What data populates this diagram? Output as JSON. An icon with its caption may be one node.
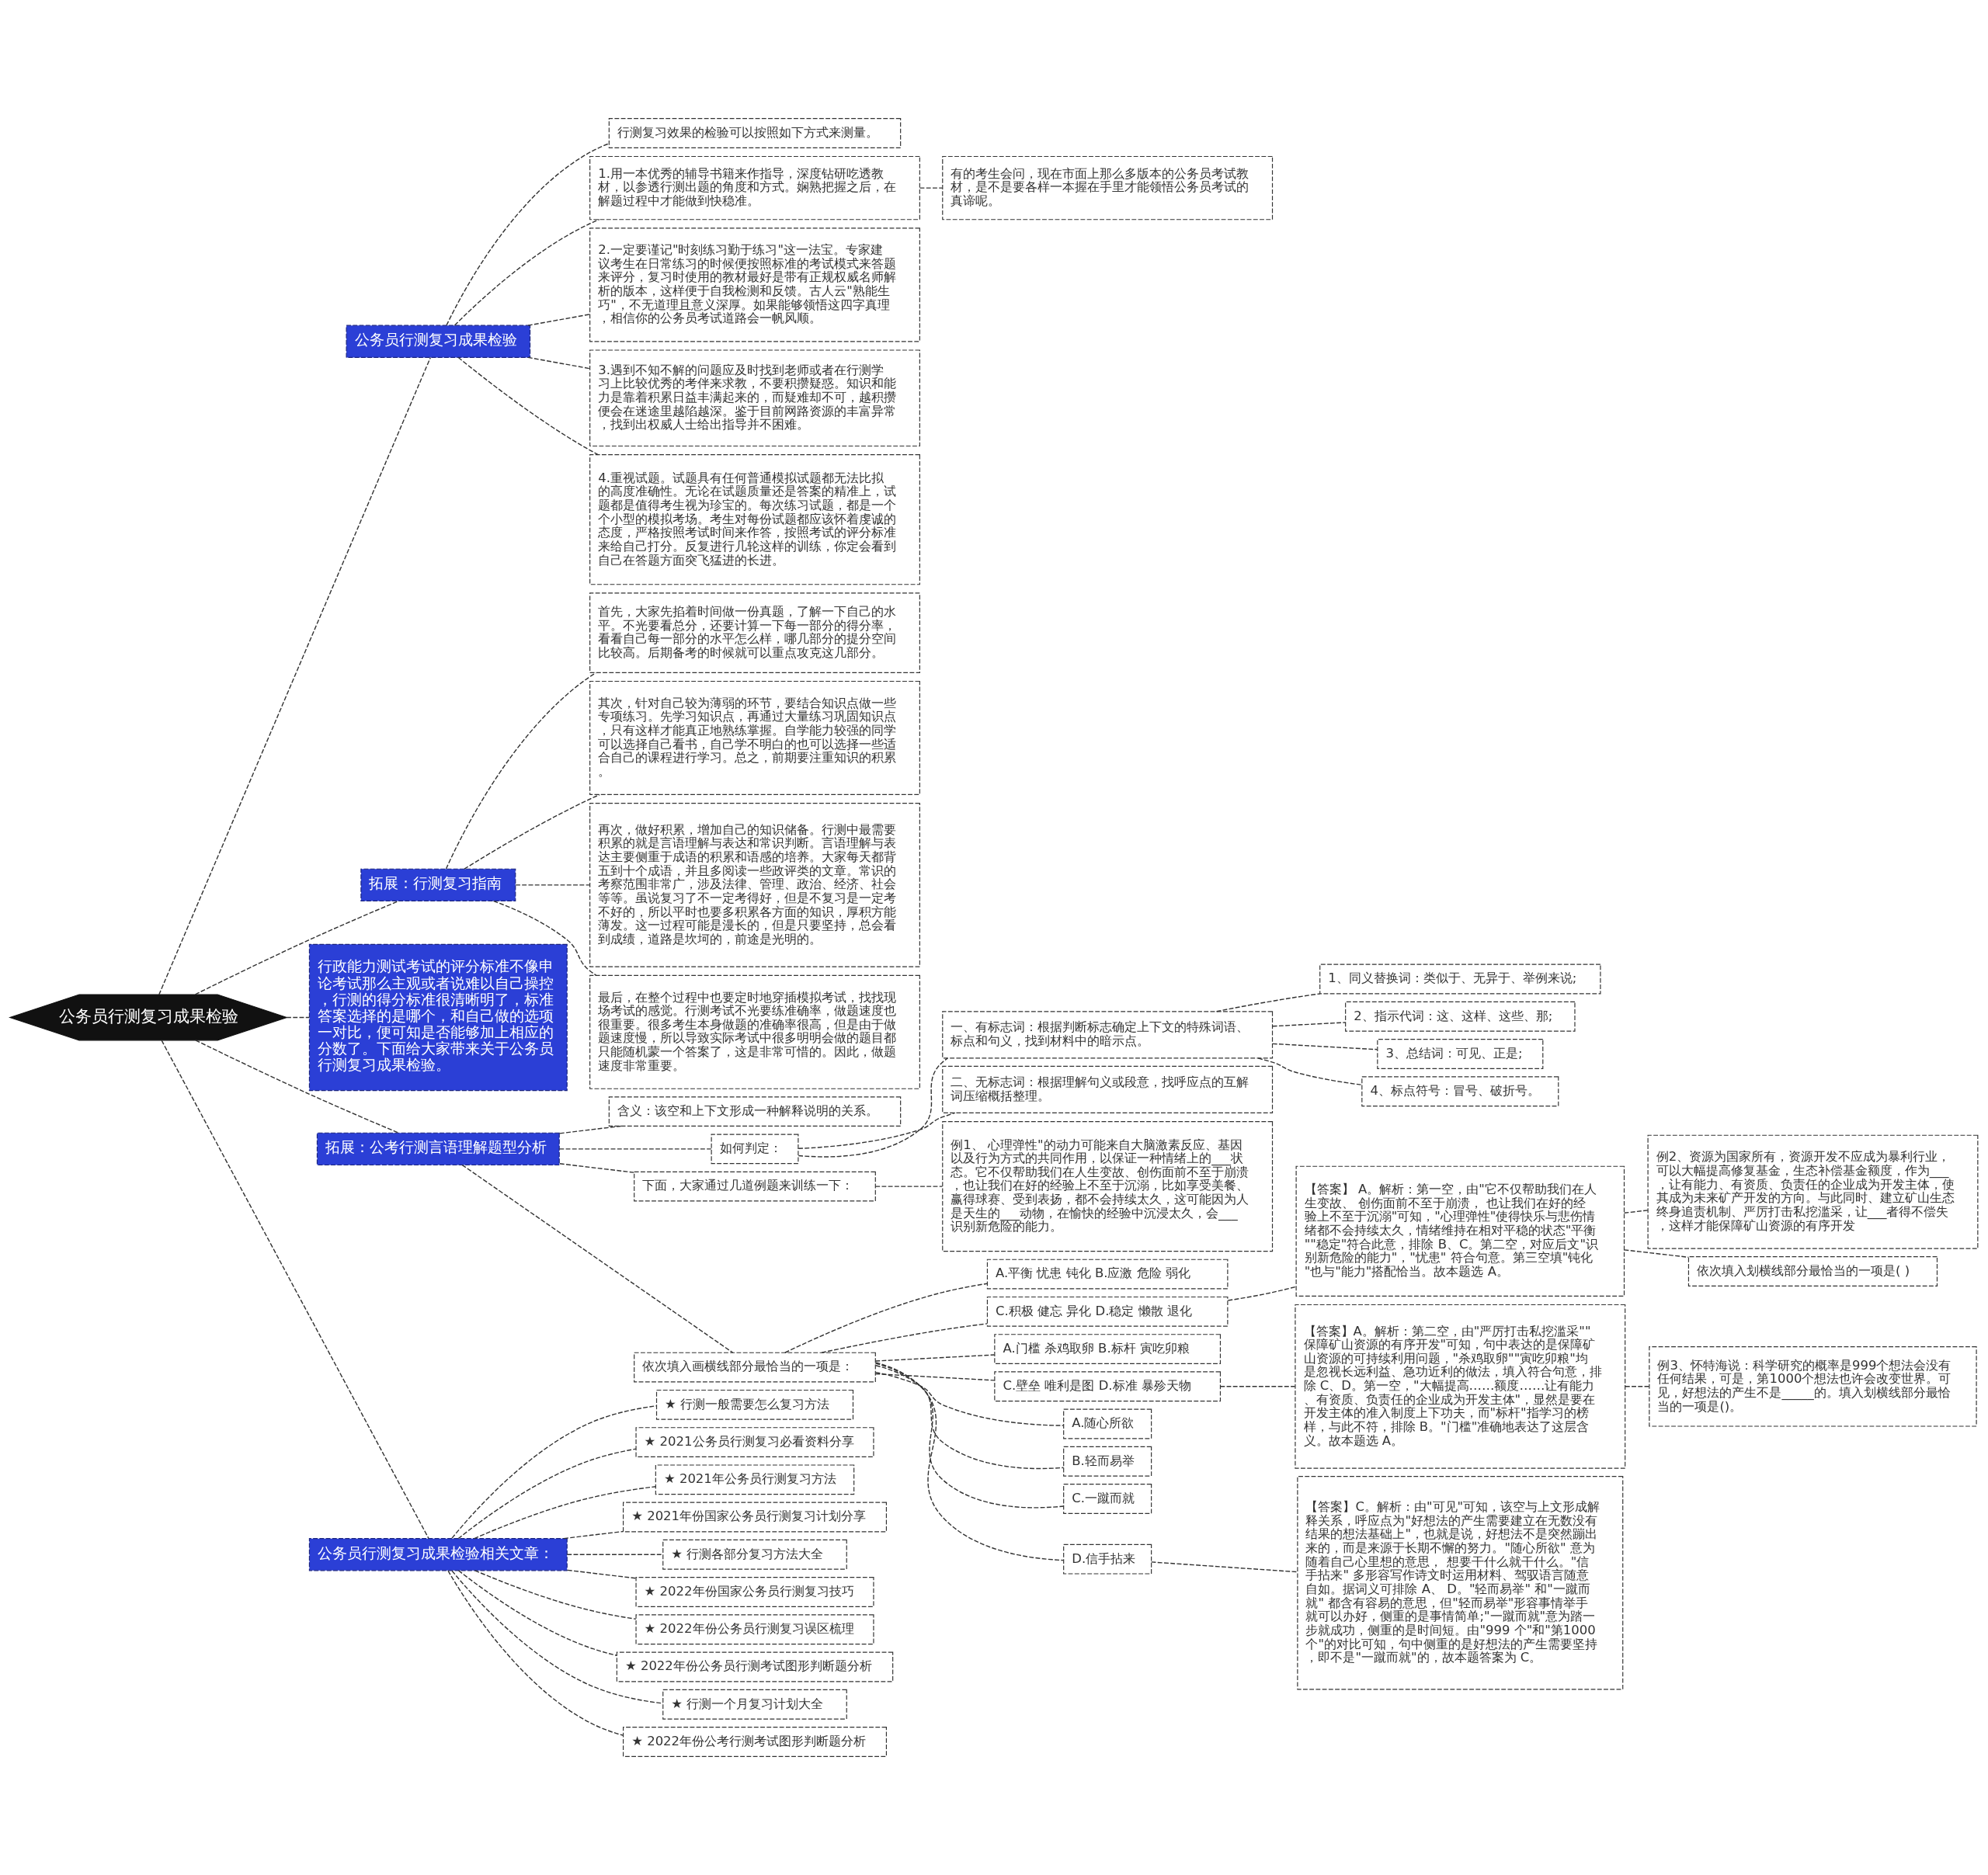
{
  "diagram": {
    "nodes": [
      {
        "text": [
          "公务员行测复习成果检验"
        ]
      },
      {
        "text": [
          "公务员行测复习成果检验"
        ]
      },
      {
        "text": [
          "行测复习效果的检验可以按照如下方式来测量。"
        ]
      },
      {
        "text": [
          "1.用一本优秀的辅导书籍来作指导，深度钻研吃透教材，以参透行测出题的角度和方式。娴熟把握之后，在解题过程中才能做到快稳准。"
        ]
      },
      {
        "text": [
          "2.一定要谨记\"时刻练习勤于练习\"这一法宝。专家建议考生在日常练习的时候便按照标准的考试模式来答题来评分，复习时使用的教材最好是带有正规权威名师解析的版本，这样便于自我检测和反馈。古人云\"熟能生巧\"，不无道理且意义深厚。如果能够领悟这四字真理，相信你的公务员考试道路会一帆风顺。"
        ]
      },
      {
        "text": [
          "3.遇到不知不解的问题应及时找到老师或者在行测学习上比较优秀的考伴来求教，不要积攒疑惑。知识和能力是靠着积累日益丰满起来的，而疑难却不可，越积攒便会在迷途里越陷越深。鉴于目前网路资源的丰富异常，找到出权威人士给出指导并不困难。"
        ]
      },
      {
        "text": [
          "4.重视试题。试题具有任何普通模拟试题都无法比拟的高度准确性。无论在试题质量还是答案的精准上，试题都是值得考生视为珍宝的。每次练习试题，都是一个个小型的模拟考场。考生对每份试题都应该怀着虔诚的态度，严格按照考试时间来作答，按照考试的评分标准来给自己打分。反复进行几轮这样的训练，你定会看到自己在答题方面突飞猛进的长进。"
        ]
      },
      {
        "text": [
          "有的考生会问，现在市面上那么多版本的公务员考试教材，是不是要各样一本握在手里才能领悟公务员考试的真谛呢。"
        ]
      },
      {
        "text": [
          "拓展：行测复习指南"
        ]
      },
      {
        "text": [
          "首先，大家先掐着时间做一份真题，了解一下自己的水平。不光要看总分，还要计算一下每一部分的得分率，看看自己每一部分的水平怎么样，哪几部分的提分空间比较高。后期备考的时候就可以重点攻克这几部分。"
        ]
      },
      {
        "text": [
          "其次，针对自己较为薄弱的环节，要结合知识点做一些专项练习。先学习知识点，再通过大量练习巩固知识点，只有这样才能真正地熟练掌握。自学能力较强的同学可以选择自己看书，自己学不明白的也可以选择一些适合自己的课程进行学习。总之，前期要注重知识的积累。"
        ]
      },
      {
        "text": [
          "再次，做好积累，增加自己的知识储备。行测中最需要积累的就是言语理解与表达和常识判断。言语理解与表达主要侧重于成语的积累和语感的培养。大家每天都背五到十个成语，并且多阅读一些政评类的文章。常识的考察范围非常广，涉及法律、管理、政治、经济、社会等等。虽说复习了不一定考得好，但是不复习是一定考不好的，所以平时也要多积累各方面的知识，厚积方能薄发。这一过程可能是漫长的，但是只要坚持，总会看到成绩，道路是坎坷的，前途是光明的。"
        ]
      },
      {
        "text": [
          "最后，在整个过程中也要定时地穿插模拟考试，找找现场考试的感觉。行测考试不光要练准确率，做题速度也很重要。很多考生本身做题的准确率很高，但是由于做题速度慢，所以导致实际考试中很多明明会做的题目都只能随机蒙一个答案了，这是非常可惜的。因此，做题速度非常重要。"
        ]
      },
      {
        "text": [
          "行政能力测试考试的评分标准不像申论考试那么主观或者说难以自己操控，行测的得分标准很清晰明了，标准答案选择的是哪个，和自己做的选项一对比，便可知是否能够加上相应的分数了。下面给大家带来关于公务员行测复习成果检验。"
        ]
      },
      {
        "text": [
          "拓展：公考行测言语理解题型分析"
        ]
      },
      {
        "text": [
          "含义：该空和上下文形成一种解释说明的关系。"
        ]
      },
      {
        "text": [
          "如何判定："
        ]
      },
      {
        "text": [
          "一、有标志词：根据判断标志确定上下文的特殊词语、标点和句义，找到材料中的暗示点。"
        ]
      },
      {
        "text": [
          "1、同义替换词：类似于、无异于、举例来说;"
        ]
      },
      {
        "text": [
          "2、指示代词：这、这样、这些、那;"
        ]
      },
      {
        "text": [
          "3、总结词：可见、正是;"
        ]
      },
      {
        "text": [
          "4、标点符号：冒号、破折号。"
        ]
      },
      {
        "text": [
          "二、无标志词：根据理解句义或段意，找呼应点的互解词压缩概括整理。"
        ]
      },
      {
        "text": [
          "下面，大家通过几道例题来训练一下："
        ]
      },
      {
        "text": [
          "例1、 心理弹性\"的动力可能来自大脑激素反应、基因以及行为方式的共同作用，以保证一种情绪上的___状态。它不仅帮助我们在人生变故、创伤面前不至于崩溃，也让我们在好的经验上不至于沉溺，比如享受美餐、赢得球赛、受到表扬，都不会持续太久，这可能因为人是天生的___动物，在愉快的经验中沉浸太久，会___识别新危险的能力。"
        ]
      },
      {
        "text": [
          "依次填入画横线部分最恰当的一项是："
        ]
      },
      {
        "text": [
          "A.平衡 忧患 钝化 B.应激 危险 弱化"
        ]
      },
      {
        "text": [
          "C.积极 健忘 异化 D.稳定 懒散 退化"
        ]
      },
      {
        "text": [
          "【答案】 A。解析：第一空，由\"它不仅帮助我们在人生变故、 创伤面前不至于崩溃， 也让我们在好的经验上不至于沉溺\"可知，\"心理弹性\"使得快乐与悲伤情绪都不会持续太久，情绪维持在相对平稳的状态\"平衡\"\"稳定\"符合此意，排除 B、C。第二空，对应后文\"识别新危险的能力\"，\"忧患\" 符合句意。第三空填\"钝化\"也与\"能力\"搭配恰当。故本题选 A。"
        ]
      },
      {
        "text": [
          "例2、资源为国家所有，资源开发不应成为暴利行业，可以大幅提高修复基金，生态补偿基金额度，作为___，让有能力、有资质、负责任的企业成为开发主体，使其成为未来矿产开发的方向。与此同时、建立矿山生态终身追责机制、严厉打击私挖滥采，让___者得不偿失，这样才能保障矿山资源的有序开发"
        ]
      },
      {
        "text": [
          "依次填入划横线部分最恰当的一项是( )"
        ]
      },
      {
        "text": [
          "A.门槛 杀鸡取卵 B.标杆 寅吃卯粮"
        ]
      },
      {
        "text": [
          "C.壁垒 唯利是图 D.标准 暴殄天物"
        ]
      },
      {
        "text": [
          "【答案】A。解析：第二空，由\"严厉打击私挖滥采\"\"保障矿山资源的有序开发\"可知，句中表达的是保障矿山资源的可持续利用问题，\"杀鸡取卵\"\"寅吃卯粮\"均是忽视长远利益、急功近利的做法，填入符合句意，排除 C、D。第一空，\"大幅提高……额度……让有能力、有资质、负责任的企业成为开发主体\"，显然是要在开发主体的准入制度上下功夫，而\"标杆\"指学习的榜样，与此不符，排除 B。\"门槛\"准确地表达了这层含义。故本题选 A。"
        ]
      },
      {
        "text": [
          "例3、怀特海说：科学研究的概率是999个想法会没有任何结果，可是，第1000个想法也许会改变世界。可见，好想法的产生不是_____的。填入划横线部分最恰当的一项是()。"
        ]
      },
      {
        "text": [
          "A.随心所欲"
        ]
      },
      {
        "text": [
          "B.轻而易举"
        ]
      },
      {
        "text": [
          "C.一蹴而就"
        ]
      },
      {
        "text": [
          "D.信手拈来"
        ]
      },
      {
        "text": [
          "【答案】C。解析：由\"可见\"可知，该空与上文形成解释关系，呼应点为\"好想法的产生需要建立在无数没有结果的想法基础上\"，也就是说，好想法不是突然蹦出来的，而是来源于长期不懈的努力。\"随心所欲\" 意为随着自己心里想的意思， 想要干什么就干什么。\"信手拈来\" 多形容写作诗文时运用材料、驾驭语言随意自如。据词义可排除 A、 D。\"轻而易举\" 和\"一蹴而就\" 都含有容易的意思，但\"轻而易举\"形容事情举手就可以办好，侧重的是事情简单;\"一蹴而就\"意为踏一步就成功，侧重的是时间短。由\"999 个\"和\"第1000 个\"的对比可知，句中侧重的是好想法的产生需要坚持，即不是\"一蹴而就\"的，故本题答案为 C。"
        ]
      },
      {
        "text": [
          "公务员行测复习成果检验相关文章："
        ]
      },
      {
        "text": [
          "★ 行测一般需要怎么复习方法"
        ]
      },
      {
        "text": [
          "★ 2021公务员行测复习必看资料分享"
        ]
      },
      {
        "text": [
          "★ 2021年公务员行测复习方法"
        ]
      },
      {
        "text": [
          "★ 2021年份国家公务员行测复习计划分享"
        ]
      },
      {
        "text": [
          "★ 行测各部分复习方法大全"
        ]
      },
      {
        "text": [
          "★ 2022年份国家公务员行测复习技巧"
        ]
      },
      {
        "text": [
          "★ 2022年份公务员行测复习误区梳理"
        ]
      },
      {
        "text": [
          "★ 2022年份公务员行测考试图形判断题分析"
        ]
      },
      {
        "text": [
          "★ 行测一个月复习计划大全"
        ]
      },
      {
        "text": [
          "★ 2022年份公考行测考试图形判断题分析"
        ]
      }
    ],
    "edges": [
      {
        "from": 0,
        "to": 1,
        "arrow": "none"
      },
      {
        "from": 1,
        "to": 2,
        "arrow": "none"
      },
      {
        "from": 1,
        "to": 3,
        "arrow": "none"
      },
      {
        "from": 1,
        "to": 4,
        "arrow": "none"
      },
      {
        "from": 1,
        "to": 5,
        "arrow": "none"
      },
      {
        "from": 1,
        "to": 6,
        "arrow": "none"
      },
      {
        "from": 3,
        "to": 7,
        "arrow": "none"
      },
      {
        "from": 0,
        "to": 8,
        "arrow": "none"
      },
      {
        "from": 8,
        "to": 9,
        "arrow": "none"
      },
      {
        "from": 8,
        "to": 10,
        "arrow": "none"
      },
      {
        "from": 8,
        "to": 11,
        "arrow": "none"
      },
      {
        "from": 8,
        "to": 12,
        "arrow": "none"
      },
      {
        "from": 0,
        "to": 13,
        "arrow": "none"
      },
      {
        "from": 0,
        "to": 14,
        "arrow": "none"
      },
      {
        "from": 14,
        "to": 15,
        "arrow": "none"
      },
      {
        "from": 14,
        "to": 16,
        "arrow": "none"
      },
      {
        "from": 16,
        "to": 17,
        "arrow": "none"
      },
      {
        "from": 17,
        "to": 18,
        "arrow": "none"
      },
      {
        "from": 17,
        "to": 19,
        "arrow": "none"
      },
      {
        "from": 17,
        "to": 20,
        "arrow": "none"
      },
      {
        "from": 17,
        "to": 21,
        "arrow": "none"
      },
      {
        "from": 16,
        "to": 22,
        "arrow": "none"
      },
      {
        "from": 14,
        "to": 23,
        "arrow": "none"
      },
      {
        "from": 23,
        "to": 24,
        "arrow": "none"
      },
      {
        "from": 14,
        "to": 25,
        "arrow": "none"
      },
      {
        "from": 25,
        "to": 26,
        "arrow": "none"
      },
      {
        "from": 25,
        "to": 27,
        "arrow": "none"
      },
      {
        "from": 27,
        "to": 28,
        "arrow": "none"
      },
      {
        "from": 28,
        "to": 29,
        "arrow": "none"
      },
      {
        "from": 28,
        "to": 30,
        "arrow": "none"
      },
      {
        "from": 25,
        "to": 31,
        "arrow": "none"
      },
      {
        "from": 25,
        "to": 32,
        "arrow": "none"
      },
      {
        "from": 32,
        "to": 33,
        "arrow": "none"
      },
      {
        "from": 33,
        "to": 34,
        "arrow": "none"
      },
      {
        "from": 25,
        "to": 35,
        "arrow": "none"
      },
      {
        "from": 25,
        "to": 36,
        "arrow": "none"
      },
      {
        "from": 25,
        "to": 37,
        "arrow": "none"
      },
      {
        "from": 25,
        "to": 38,
        "arrow": "none"
      },
      {
        "from": 38,
        "to": 39,
        "arrow": "none"
      },
      {
        "from": 0,
        "to": 40,
        "arrow": "none"
      },
      {
        "from": 40,
        "to": 41,
        "arrow": "none"
      },
      {
        "from": 40,
        "to": 42,
        "arrow": "none"
      },
      {
        "from": 40,
        "to": 43,
        "arrow": "none"
      },
      {
        "from": 40,
        "to": 44,
        "arrow": "none"
      },
      {
        "from": 40,
        "to": 45,
        "arrow": "none"
      },
      {
        "from": 40,
        "to": 46,
        "arrow": "none"
      },
      {
        "from": 40,
        "to": 47,
        "arrow": "none"
      },
      {
        "from": 40,
        "to": 48,
        "arrow": "none"
      },
      {
        "from": 40,
        "to": 49,
        "arrow": "none"
      },
      {
        "from": 40,
        "to": 50,
        "arrow": "none"
      }
    ]
  }
}
